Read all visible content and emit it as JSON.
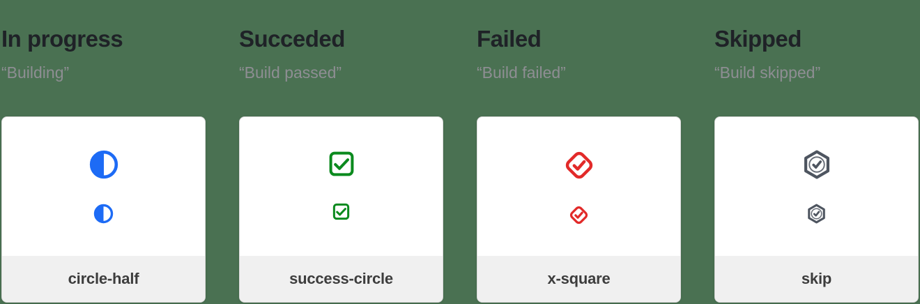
{
  "page": {
    "background_color": "#4a7152",
    "card_border_color": "#d9d9d9",
    "card_footer_background": "#f0f0f0",
    "title_color": "#1f2227",
    "quote_color": "#8e8e93",
    "label_color": "#3d3d3d"
  },
  "columns": [
    {
      "title": "In progress",
      "quote": "“Building”",
      "icon": "circle-half-icon",
      "label": "circle-half",
      "color": "#1d6bf5"
    },
    {
      "title": "Succeded",
      "quote": "“Build passed”",
      "icon": "check-square-icon",
      "label": "success-circle",
      "color": "#0b8a1e"
    },
    {
      "title": "Failed",
      "quote": "“Build failed”",
      "icon": "diamond-check-icon",
      "label": "x-square",
      "color": "#e22a29"
    },
    {
      "title": "Skipped",
      "quote": "“Build skipped”",
      "icon": "hexagon-check-icon",
      "label": "skip",
      "color": "#4e5560"
    }
  ]
}
